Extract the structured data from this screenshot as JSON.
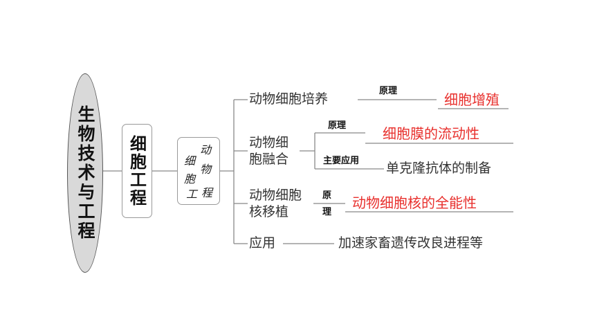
{
  "root": {
    "label": "生物技术与工程"
  },
  "level1": {
    "label": "细胞工程"
  },
  "level2": {
    "chars": [
      "动",
      "物",
      "细",
      "胞",
      "工",
      "程"
    ]
  },
  "branches": [
    {
      "label": "动物细胞培养",
      "relation": "原理",
      "result": "细胞增殖"
    },
    {
      "label_line1": "动物细",
      "label_line2": "胞融合",
      "relation1": "原理",
      "result1": "细胞膜的流动性",
      "relation2": "主要应用",
      "result2": "单克隆抗体的制备"
    },
    {
      "label_line1": "动物细胞",
      "label_line2": "核移植",
      "relation_line1": "原",
      "relation_line2": "理",
      "result": "动物细胞核的全能性"
    },
    {
      "label": "应用",
      "result": "加速家畜遗传改良进程等"
    }
  ],
  "colors": {
    "highlight": "#e8302d",
    "root_fill": "#d9d9d9"
  }
}
